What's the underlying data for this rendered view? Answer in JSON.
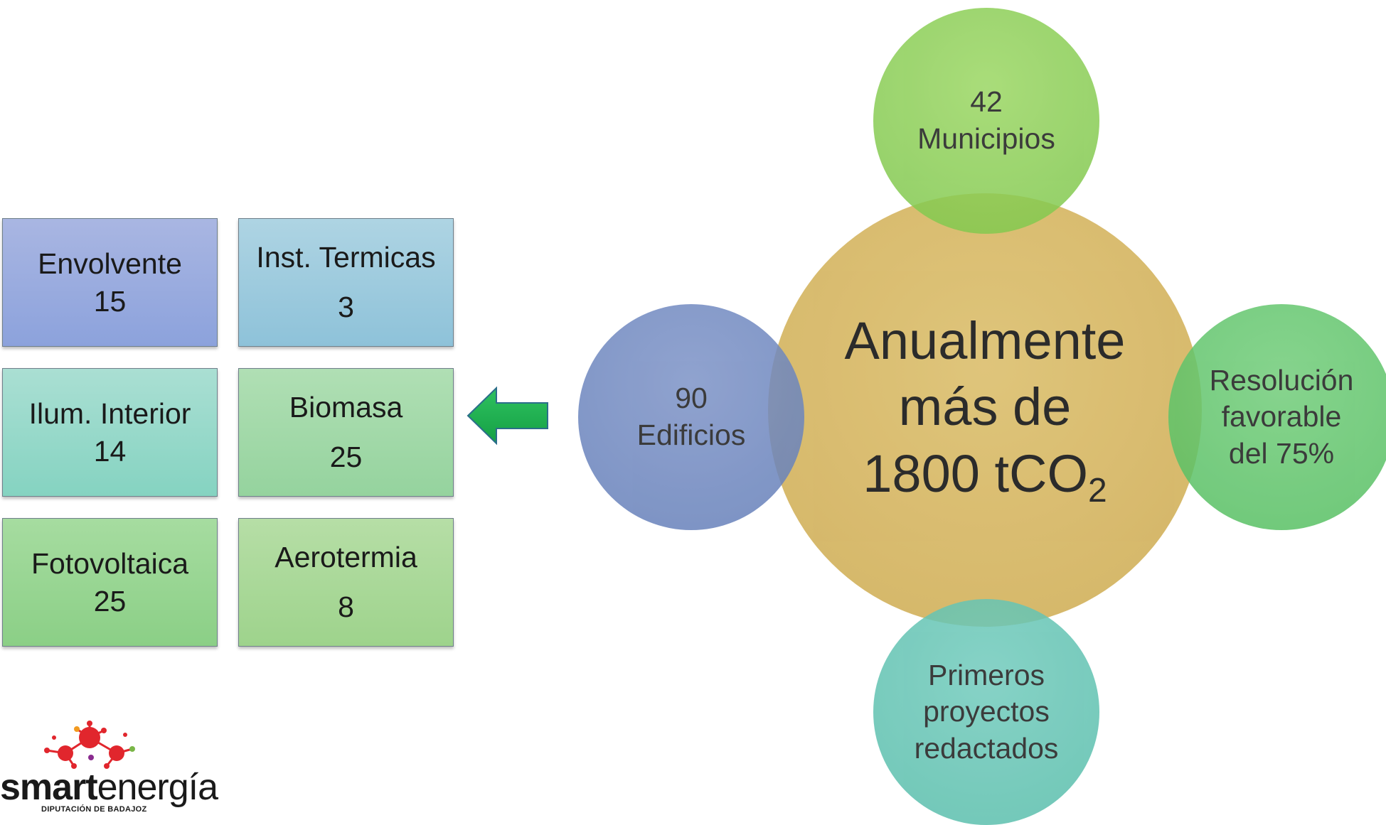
{
  "tiles": [
    {
      "label": "Envolvente",
      "value": "15"
    },
    {
      "label": "Inst. Termicas",
      "value": "3"
    },
    {
      "label": "Ilum. Interior",
      "value": "14"
    },
    {
      "label": "Biomasa",
      "value": "25"
    },
    {
      "label": "Fotovoltaica",
      "value": "25"
    },
    {
      "label": "Aerotermia",
      "value": "8"
    }
  ],
  "center": {
    "line1": "Anualmente",
    "line2": "más de",
    "line3": "1800 tCO",
    "sub": "2"
  },
  "top": {
    "line1": "42",
    "line2": "Municipios"
  },
  "left": {
    "line1": "90",
    "line2": "Edificios"
  },
  "right": {
    "line1": "Resolución",
    "line2": "favorable",
    "line3": "del 75%"
  },
  "bottom": {
    "line1": "Primeros",
    "line2": "proyectos",
    "line3": "redactados"
  },
  "logo": {
    "bold": "smart",
    "thin": "energía",
    "sub": "DIPUTACIÓN DE BADAJOZ"
  },
  "colors": {
    "envolvente": "#93a6dd",
    "termicas": "#95c6dc",
    "ilum": "#8fd6c6",
    "biomasa": "#9ed7a4",
    "fotovoltaica": "#96d290",
    "aerotermia": "#a6d796",
    "center": "#d4b560",
    "top": "#86cc52",
    "left": "#6d86bd",
    "right": "#5ec46a",
    "bottom": "#62c2b2",
    "arrow": "#1fae4f"
  }
}
